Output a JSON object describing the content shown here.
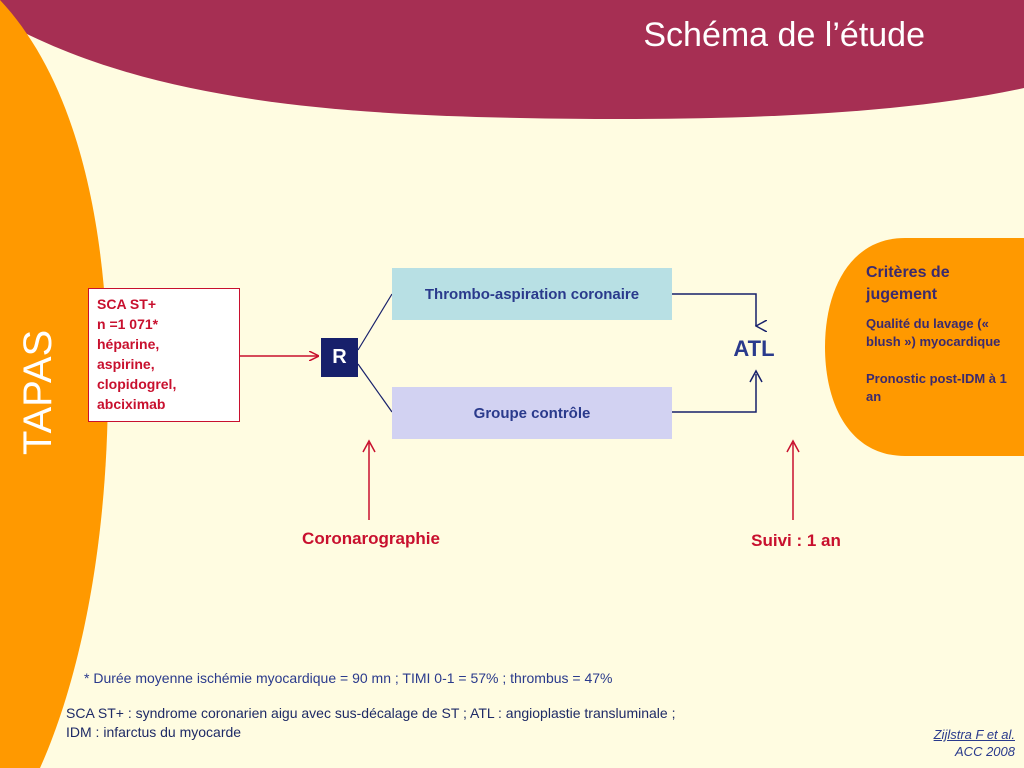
{
  "page": {
    "title": "Schéma de l’étude",
    "side_title": "TAPAS"
  },
  "population": {
    "lines": [
      "SCA  ST+",
      "n =1 071*",
      "héparine,",
      "aspirine,",
      "clopidogrel,",
      "abciximab"
    ]
  },
  "randomization": {
    "label": "R"
  },
  "arms": {
    "thrombo": "Thrombo-aspiration coronaire",
    "control": "Groupe contrôle"
  },
  "outcome": {
    "label": "ATL"
  },
  "criteria": {
    "heading": "Critères de jugement",
    "items": [
      "Qualité du lavage (« blush ») myocardique",
      "Pronostic post-IDM à 1 an"
    ]
  },
  "timeline": {
    "coronarography": "Coronarographie",
    "follow_up": "Suivi : 1 an"
  },
  "footnote": "* Durée moyenne ischémie myocardique = 90 mn ; TIMI 0-1 = 57% ; thrombus = 47%",
  "abbreviations": {
    "line1": "SCA  ST+ : syndrome coronarien aigu avec sus-décalage de ST ; ATL : angioplastie transluminale ;",
    "line2": "IDM : infarctus du myocarde"
  },
  "citation": {
    "author": "Zijlstra F et al.",
    "source": "ACC 2008"
  },
  "colors": {
    "background": "#FFFCE1",
    "header": "#A62F53",
    "orange": "#FF9900",
    "navy": "#17206B",
    "red": "#C8102E"
  }
}
